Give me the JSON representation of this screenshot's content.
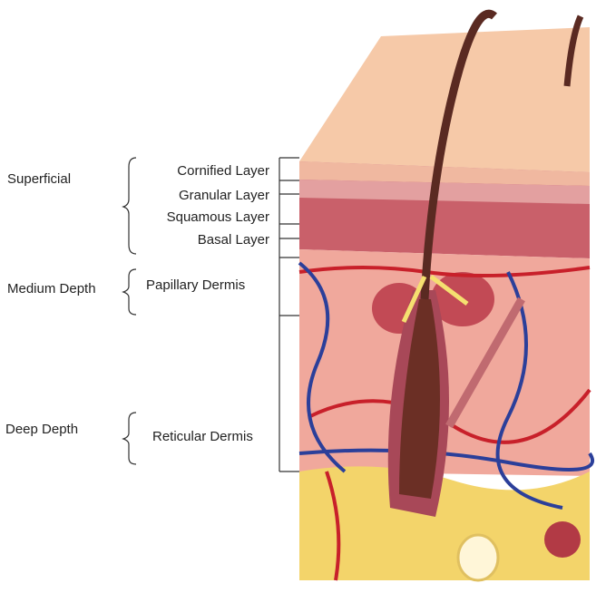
{
  "depths": {
    "superficial": "Superficial",
    "medium": "Medium Depth",
    "deep": "Deep Depth"
  },
  "layers": {
    "cornified": "Cornified Layer",
    "granular": "Granular Layer",
    "squamous": "Squamous Layer",
    "basal": "Basal Layer",
    "papillary": "Papillary Dermis",
    "reticular": "Reticular Dermis"
  }
}
